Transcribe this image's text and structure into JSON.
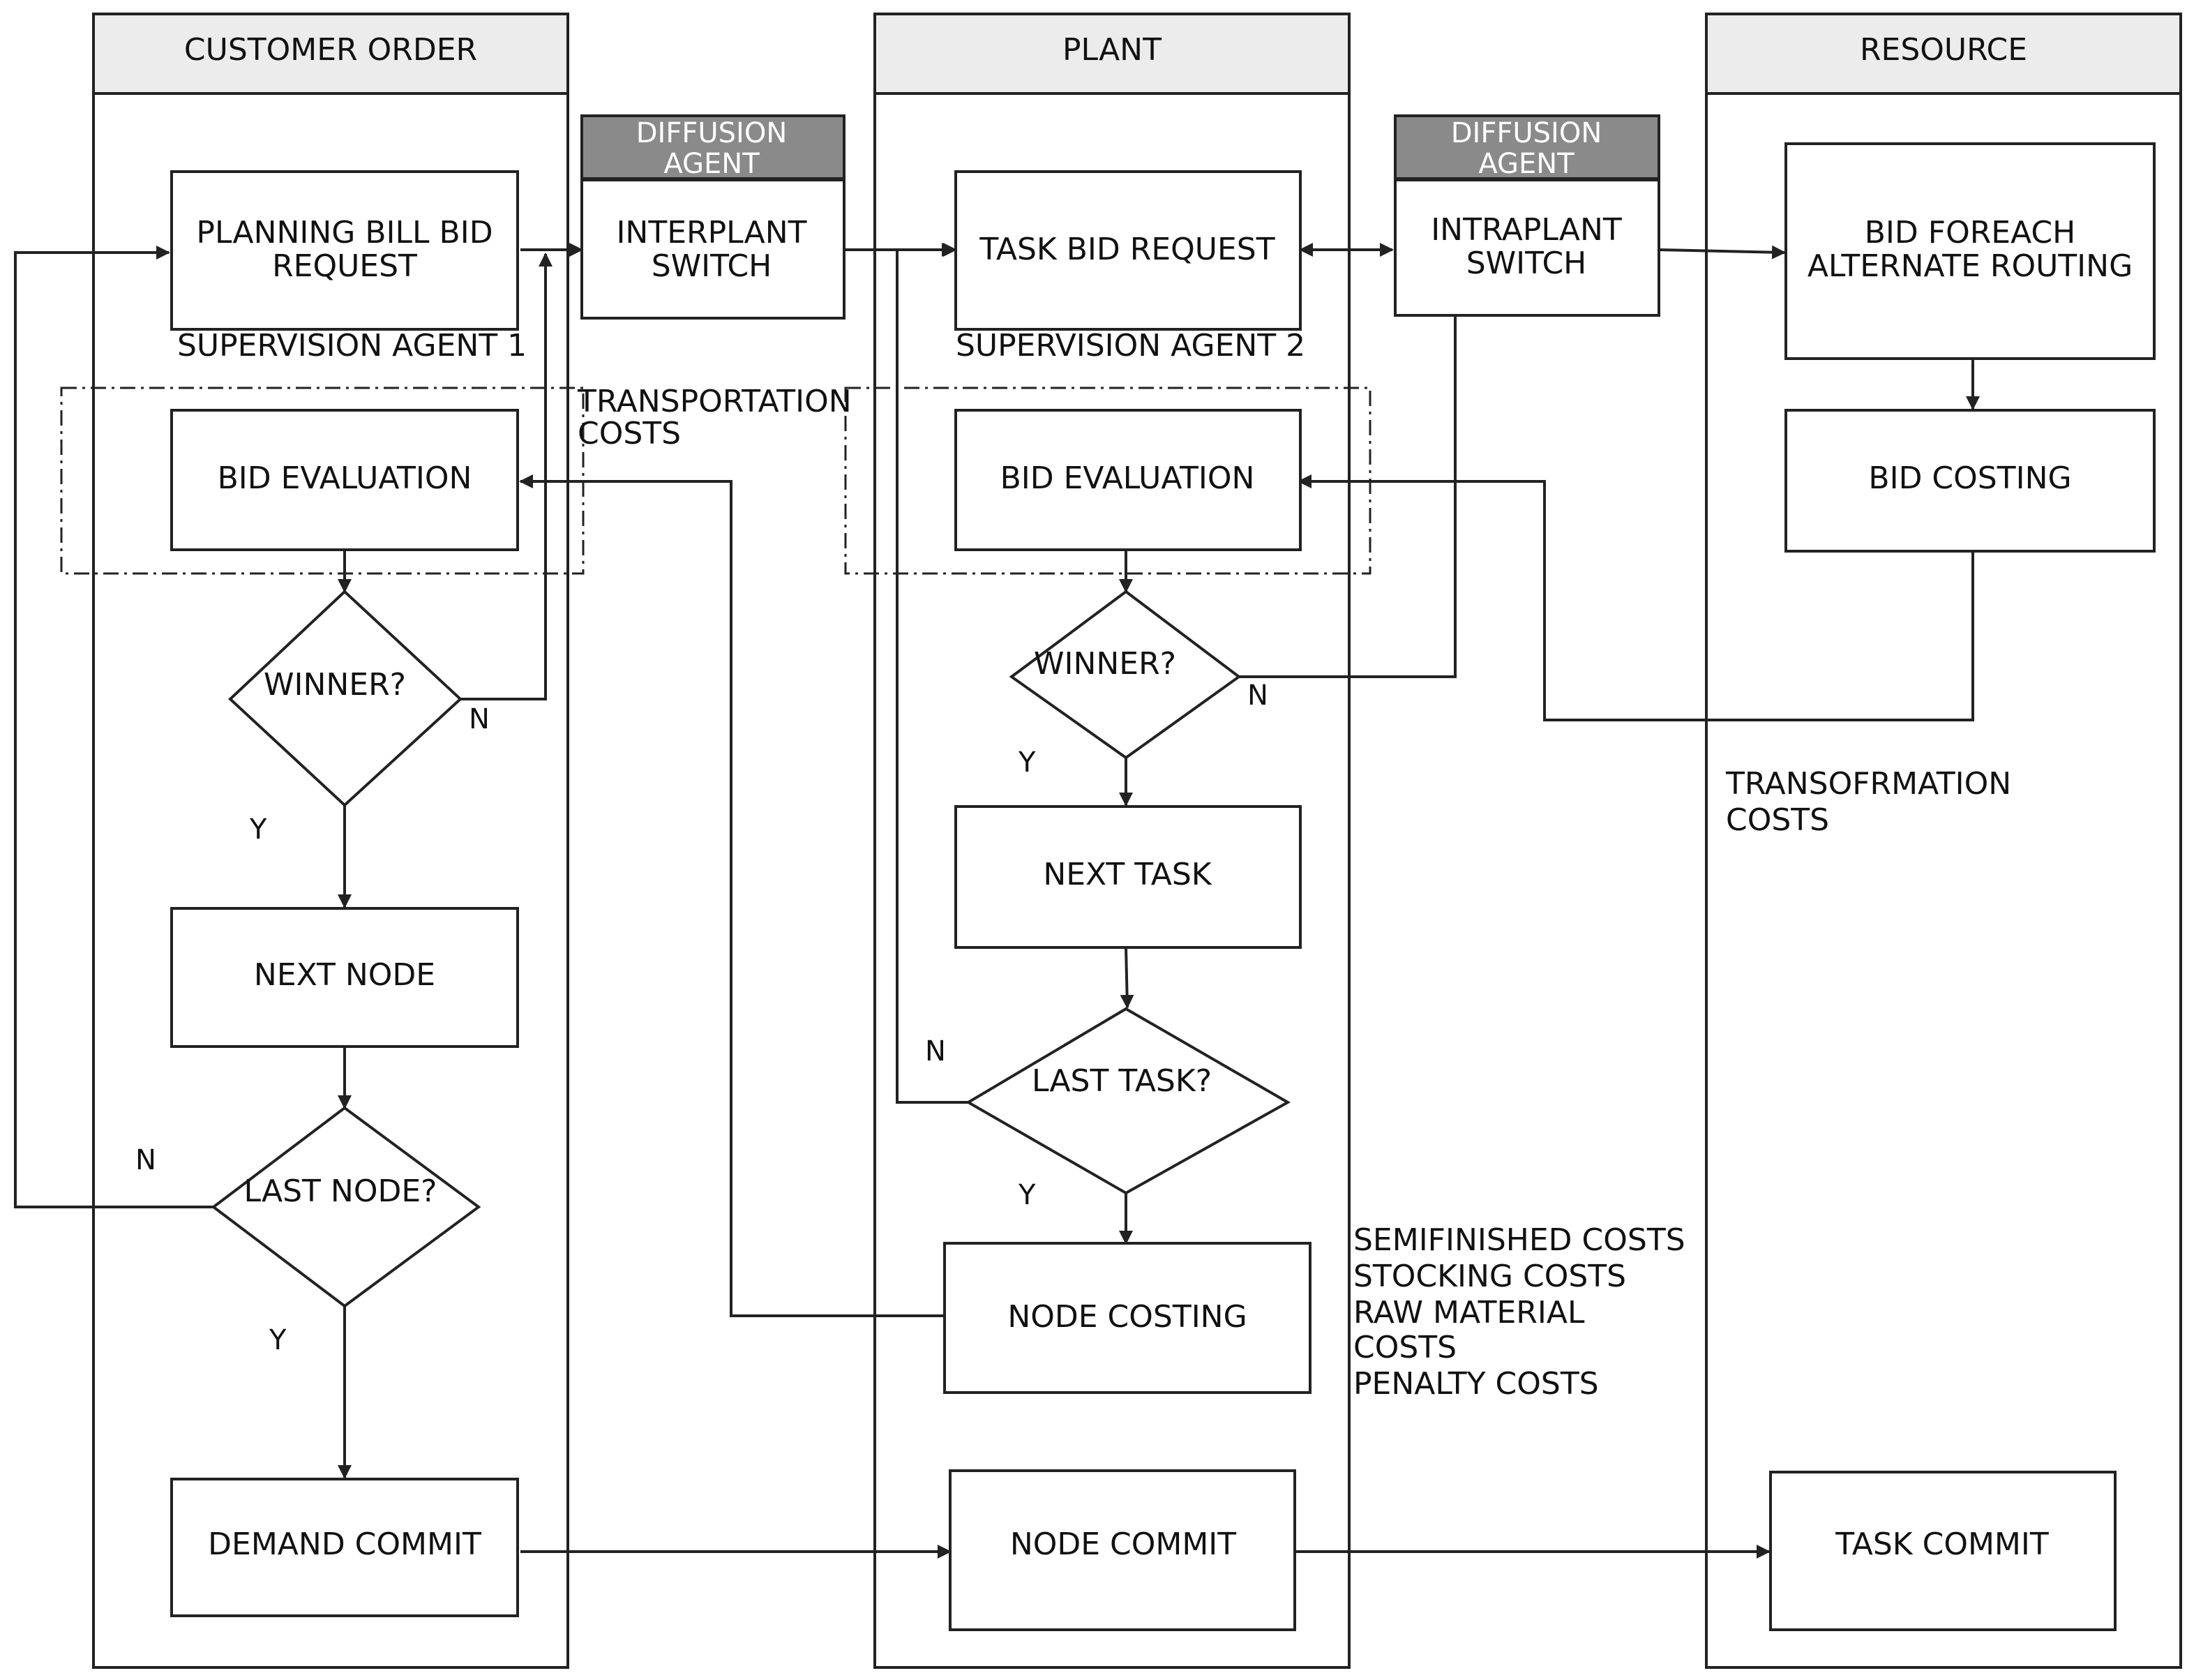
{
  "lanes": {
    "customer_order": "CUSTOMER ORDER",
    "plant": "PLANT",
    "resource": "RESOURCE"
  },
  "diffusion_agents": {
    "left": {
      "header": [
        "DIFFUSION",
        "AGENT"
      ],
      "body": [
        "INTERPLANT",
        "SWITCH"
      ]
    },
    "right": {
      "header": [
        "DIFFUSION",
        "AGENT"
      ],
      "body": [
        "INTRAPLANT",
        "SWITCH"
      ]
    }
  },
  "customer": {
    "planning_bill": [
      "PLANNING BILL BID",
      "REQUEST"
    ],
    "supervision": "SUPERVISION AGENT 1",
    "bid_evaluation": "BID EVALUATION",
    "winner": "WINNER?",
    "next_node": "NEXT NODE",
    "last_node": "LAST NODE?",
    "demand_commit": "DEMAND COMMIT"
  },
  "plant": {
    "task_bid_request": "TASK BID REQUEST",
    "supervision": "SUPERVISION AGENT 2",
    "bid_evaluation": "BID EVALUATION",
    "winner": "WINNER?",
    "next_task": "NEXT TASK",
    "last_task": "LAST TASK?",
    "node_costing": "NODE COSTING",
    "node_commit": "NODE COMMIT"
  },
  "resource": {
    "bid_foreach": [
      "BID FOREACH",
      "ALTERNATE ROUTING"
    ],
    "bid_costing": "BID COSTING",
    "task_commit": "TASK COMMIT"
  },
  "notes": {
    "transportation_costs": [
      "TRANSPORTATION",
      "COSTS"
    ],
    "transformation_costs": [
      "TRANSOFRMATION",
      "COSTS"
    ],
    "node_cost_list": [
      "SEMIFINISHED COSTS",
      "STOCKING COSTS",
      "RAW MATERIAL",
      "COSTS",
      "PENALTY COSTS"
    ]
  },
  "decision_labels": {
    "yes": "Y",
    "no": "N"
  }
}
